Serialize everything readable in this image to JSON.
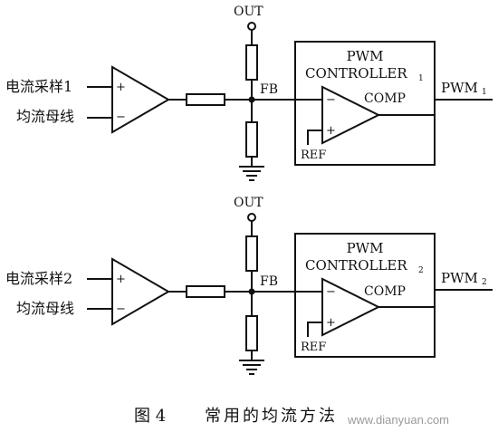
{
  "circuit_top": {
    "input_current_sample": "电流采样1",
    "input_share_bus": "均流母线",
    "opamp_plus": "+",
    "opamp_minus": "−",
    "out_label": "OUT",
    "fb_label": "FB",
    "controller_line1": "PWM",
    "controller_line2": "CONTROLLER",
    "controller_sub": "1",
    "comp_label": "COMP",
    "comp_minus": "−",
    "comp_plus": "+",
    "ref_label": "REF",
    "pwm_out": "PWM",
    "pwm_sub": "1"
  },
  "circuit_bottom": {
    "input_current_sample": "电流采样2",
    "input_share_bus": "均流母线",
    "opamp_plus": "+",
    "opamp_minus": "−",
    "out_label": "OUT",
    "fb_label": "FB",
    "controller_line1": "PWM",
    "controller_line2": "CONTROLLER",
    "controller_sub": "2",
    "comp_label": "COMP",
    "comp_minus": "−",
    "comp_plus": "+",
    "ref_label": "REF",
    "pwm_out": "PWM",
    "pwm_sub": "2"
  },
  "caption": {
    "figure_number": "图 4",
    "title": "常用的均流方法"
  },
  "watermark": "www.dianyuan.com"
}
